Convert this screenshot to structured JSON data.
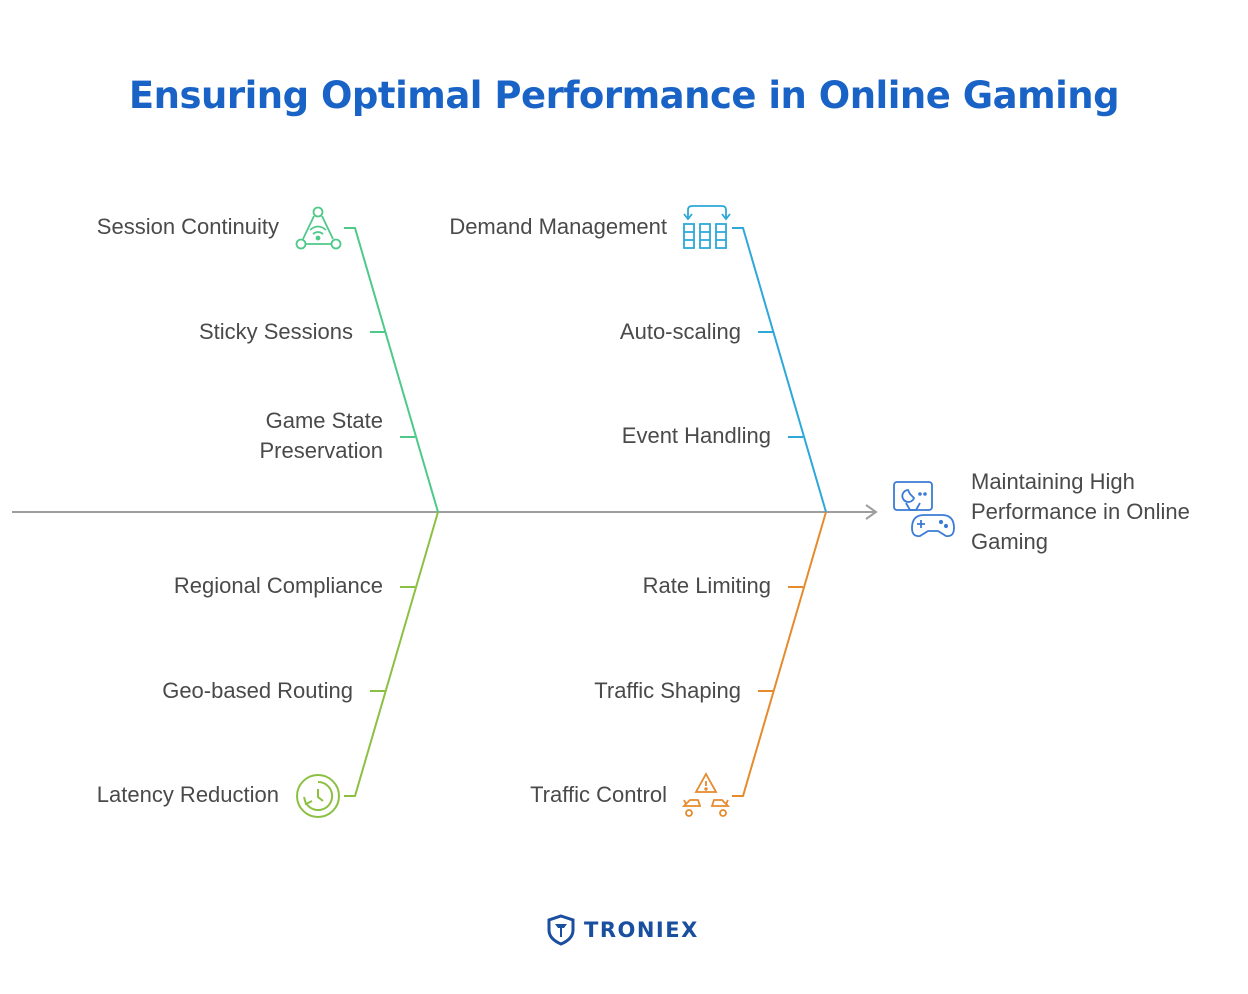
{
  "title": "Ensuring Optimal Performance in Online Gaming",
  "effect": {
    "lines": [
      "Maintaining High",
      "Performance in Online",
      "Gaming"
    ],
    "icon": "gamepad-monitor-icon"
  },
  "branches": [
    {
      "category": "Session Continuity",
      "color": "#4fc98a",
      "icon": "network-triangle-icon",
      "causes": [
        [
          "Sticky Sessions"
        ],
        [
          "Game State",
          "Preservation"
        ]
      ]
    },
    {
      "category": "Demand Management",
      "color": "#2ea8d9",
      "icon": "scaling-columns-icon",
      "causes": [
        [
          "Auto-scaling"
        ],
        [
          "Event Handling"
        ]
      ]
    },
    {
      "category": "Latency Reduction",
      "color": "#8cc043",
      "icon": "clock-refresh-icon",
      "causes": [
        [
          "Regional Compliance"
        ],
        [
          "Geo-based Routing"
        ]
      ]
    },
    {
      "category": "Traffic Control",
      "color": "#e68a2e",
      "icon": "traffic-warning-icon",
      "causes": [
        [
          "Rate Limiting"
        ],
        [
          "Traffic Shaping"
        ]
      ]
    }
  ],
  "spine_color": "#9e9e9e",
  "logo": {
    "text": "TRONIEX",
    "color": "#1a4fa0"
  }
}
